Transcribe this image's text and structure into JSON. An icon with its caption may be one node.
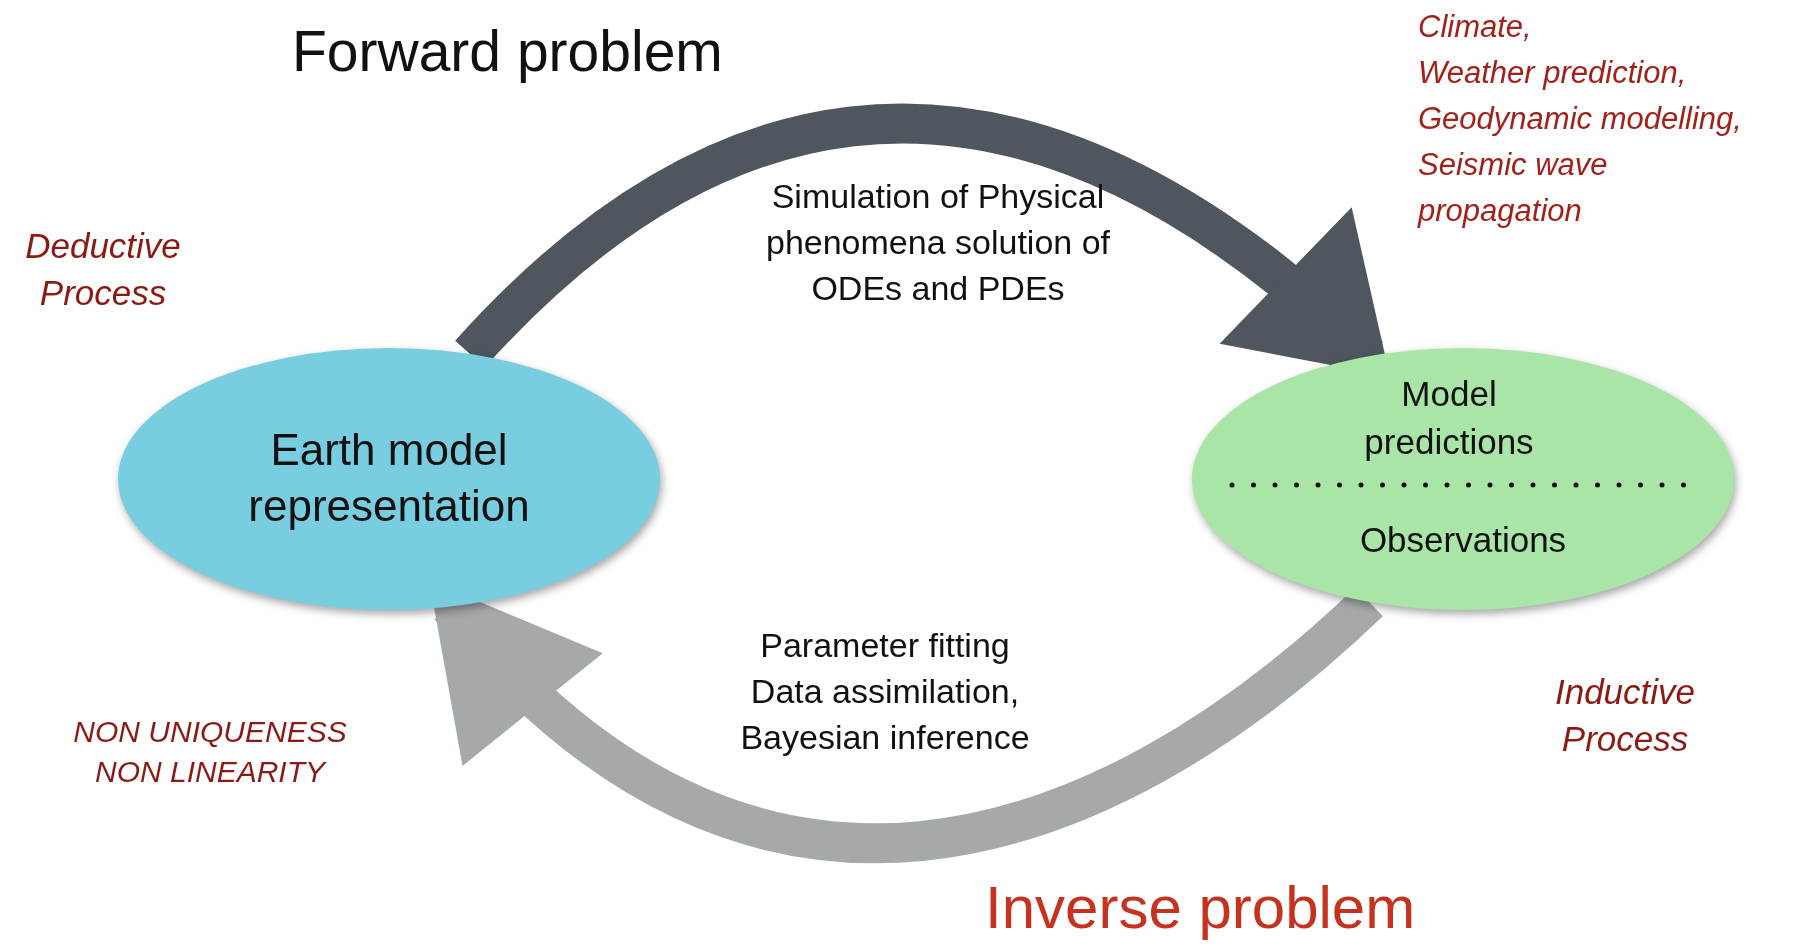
{
  "diagram": {
    "nodes": [
      {
        "text": [
          "Earth model representation"
        ]
      },
      {
        "text": [
          "Model predictions",
          "Observations"
        ]
      }
    ],
    "edges": [
      {
        "from": 0,
        "to": 1,
        "arrow": "to",
        "label": "Simulation of Physical phenomena solution of ODEs and PDEs",
        "color": "#50565d"
      },
      {
        "from": 1,
        "to": 0,
        "arrow": "to",
        "label": "Parameter fitting Data assimilation, Bayesian inference",
        "color": "#a5a9a8"
      }
    ],
    "labels": [
      "Forward problem",
      "Climate, Weather prediction, Geodynamic modelling, Seismic wave propagation",
      "Deductive Process",
      "NON UNIQUENESS NON LINEARITY",
      "Inductive Process",
      "Inverse problem"
    ]
  }
}
